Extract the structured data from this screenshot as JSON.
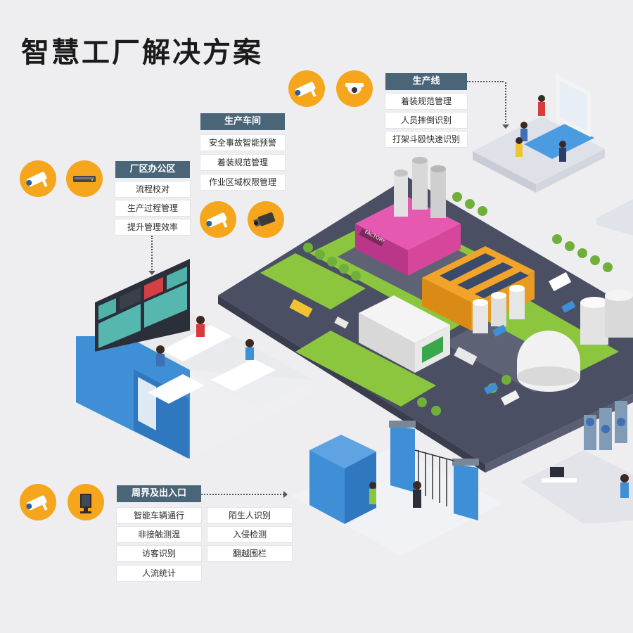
{
  "page": {
    "title": "智慧工厂解决方案"
  },
  "groups": {
    "office": {
      "title": "厂区办公区",
      "items": [
        "流程校对",
        "生产过程管理",
        "提升管理效率"
      ],
      "icons": [
        "bullet-camera-icon",
        "nvr-recorder-icon"
      ]
    },
    "workshop": {
      "title": "生产车间",
      "items": [
        "安全事故智能预警",
        "着装规范管理",
        "作业区域权限管理"
      ],
      "icons": [
        "bullet-camera-icon",
        "box-camera-icon"
      ]
    },
    "line": {
      "title": "生产线",
      "items": [
        "着装规范管理",
        "人员摔倒识别",
        "打架斗殴快速识别"
      ],
      "icons": [
        "bullet-camera-icon",
        "dome-camera-icon"
      ]
    },
    "perimeter": {
      "title": "周界及出入口",
      "items_left": [
        "智能车辆通行",
        "非接触测温",
        "访客识别",
        "人流统计"
      ],
      "items_right": [
        "陌生人识别",
        "入侵检测",
        "翻越围栏"
      ],
      "icons": [
        "bullet-camera-icon",
        "face-terminal-icon"
      ]
    }
  },
  "scene": {
    "factory_sign": "FACTORY"
  },
  "colors": {
    "accent_orange": "#f5a61c",
    "tag_slate": "#4a6478",
    "background": "#eeeef1",
    "road": "#4b4f63",
    "grass": "#8cc63f",
    "factory_pink": "#d6479b",
    "warehouse_orange": "#f2a42a",
    "room_blue": "#3f8fd6"
  }
}
